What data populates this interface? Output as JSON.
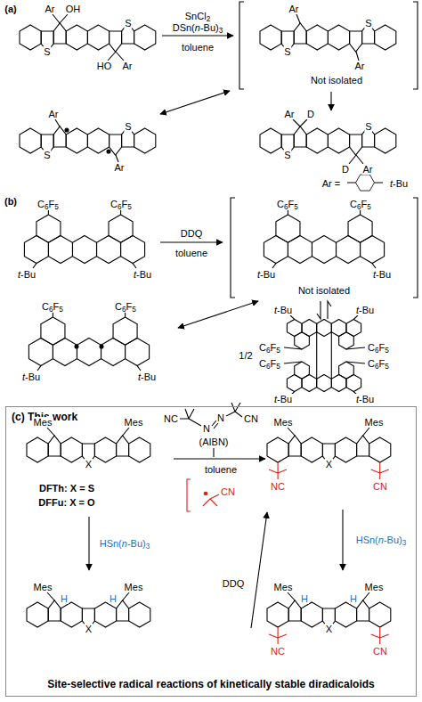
{
  "diagram": {
    "nodes": [
      {
        "text": [
          "(c) This work",
          "Site-selective radical reactions of kinetically stable diradicaloids"
        ]
      }
    ],
    "labels": [
      "(a)",
      "Ar",
      "OH",
      "S",
      "S",
      "HO",
      "Ar",
      "SnCl2",
      "DSn(n-Bu)3",
      "toluene",
      "Ar",
      "S",
      "S",
      "Ar",
      "Not isolated",
      "Ar",
      "S",
      "S",
      "Ar",
      "Ar",
      "D",
      "S",
      "S",
      "D",
      "Ar",
      "Ar =",
      "t-Bu",
      "(b)",
      "C6F5",
      "C6F5",
      "t-Bu",
      "t-Bu",
      "DDQ",
      "toluene",
      "C6F5",
      "C6F5",
      "t-Bu",
      "t-Bu",
      "Not isolated",
      "C6F5",
      "C6F5",
      "t-Bu",
      "t-Bu",
      "t-Bu",
      "t-Bu",
      "C6F5",
      "C6F5",
      "C6F5",
      "C6F5",
      "t-Bu",
      "t-Bu",
      "1/2",
      "Mes",
      "Mes",
      "X",
      "DFTh: X = S",
      "DFFu: X = O",
      "NC",
      "N",
      "N",
      "CN",
      "(AIBN)",
      "toluene",
      "CN",
      "Mes",
      "Mes",
      "X",
      "NC",
      "CN",
      "HSn(n-Bu)3",
      "HSn(n-Bu)3",
      "DDQ",
      "Mes",
      "H",
      "H",
      "Mes",
      "X",
      "Mes",
      "H",
      "H",
      "Mes",
      "X",
      "NC",
      "CN"
    ]
  }
}
